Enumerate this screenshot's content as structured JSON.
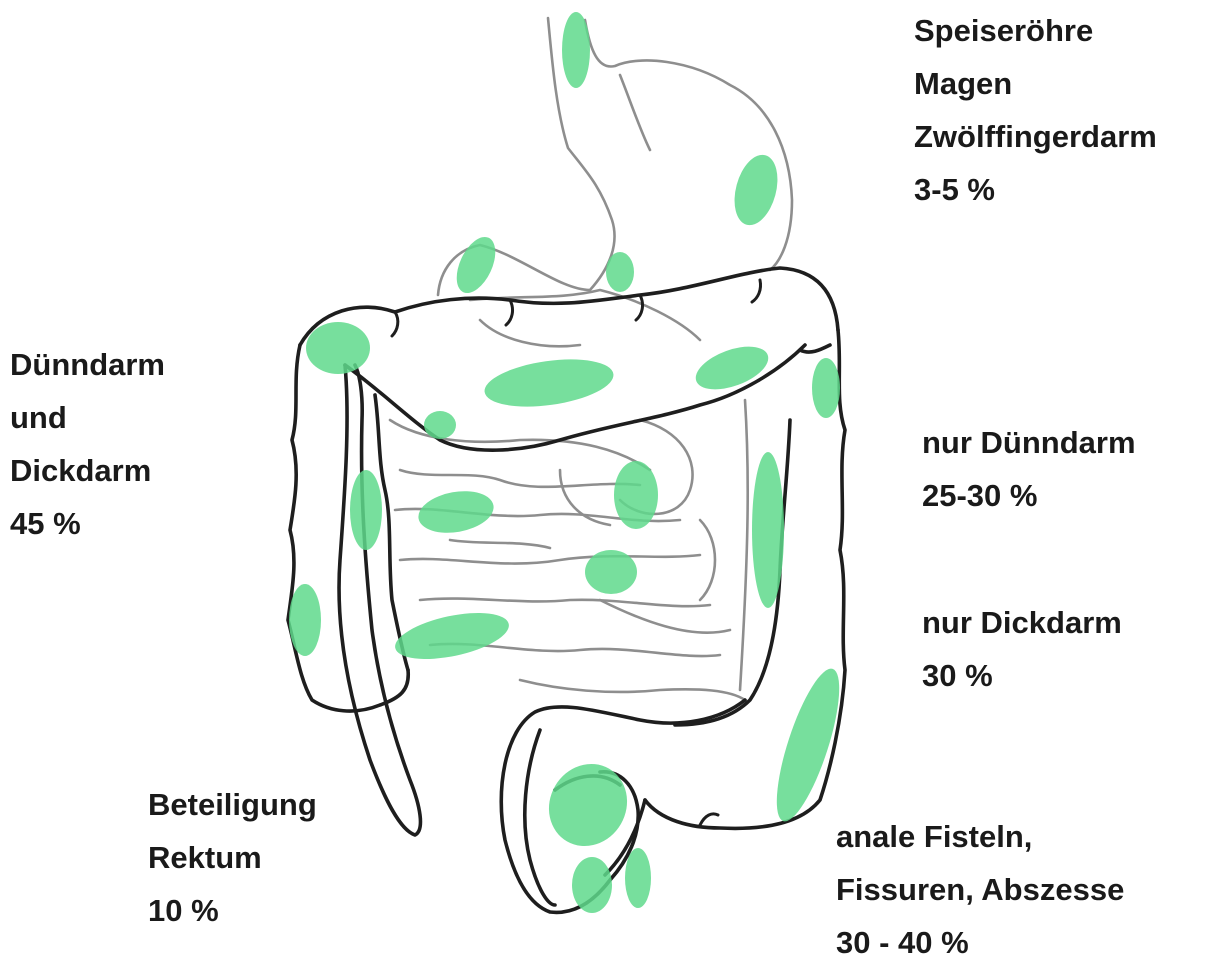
{
  "labels": {
    "upper_gi": {
      "line1": "Speiseröhre",
      "line2": "Magen",
      "line3": "Zwölffingerdarm",
      "line4": "3-5 %"
    },
    "small_and_large": {
      "line1": "Dünndarm",
      "line2": "und",
      "line3": "Dickdarm",
      "line4": "45 %"
    },
    "small_only": {
      "line1": "nur Dünndarm",
      "line2": "25-30 %"
    },
    "large_only": {
      "line1": "nur Dickdarm",
      "line2": "30 %"
    },
    "rectum": {
      "line1": "Beteiligung",
      "line2": "Rektum",
      "line3": "10 %"
    },
    "anal": {
      "line1": "anale Fisteln,",
      "line2": "Fissuren, Abszesse",
      "line3": "30 - 40 %"
    }
  },
  "colors": {
    "inflammation": "#5fd98c",
    "outline": "#1e1e1e",
    "small_intestine": "#8e8e8e",
    "text": "#1a1a1a"
  }
}
